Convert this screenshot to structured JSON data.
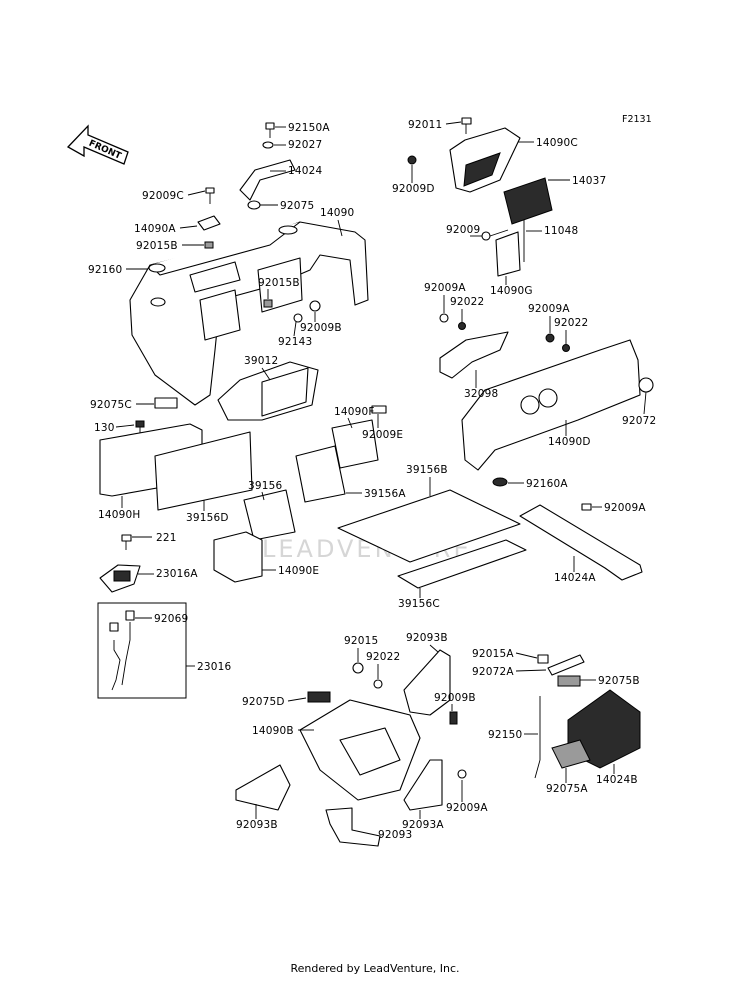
{
  "figure_code": "F2131",
  "front_label": "FRONT",
  "watermark": "LEADVENTURE",
  "footer": "Rendered by LeadVenture, Inc.",
  "labels": [
    "92150A",
    "92027",
    "14024",
    "92009C",
    "92075",
    "14090A",
    "14090",
    "92015B",
    "92160",
    "92015B",
    "92009B",
    "92143",
    "39012",
    "92075C",
    "14090F",
    "130",
    "92009E",
    "39156",
    "39156A",
    "39156B",
    "14090H",
    "39156D",
    "14090E",
    "221",
    "23016A",
    "39156C",
    "92069",
    "23016",
    "92011",
    "14090C",
    "92009D",
    "14037",
    "92009",
    "11048",
    "14090G",
    "92009A",
    "92022",
    "92009A",
    "92022",
    "32098",
    "92072",
    "14090D",
    "92160A",
    "92009A",
    "14024A",
    "92015",
    "92093B",
    "92022",
    "92015A",
    "92072A",
    "92075B",
    "92075D",
    "92009B",
    "14090B",
    "92150",
    "14024B",
    "92075A",
    "92009A",
    "92093B",
    "92093A",
    "92093"
  ]
}
